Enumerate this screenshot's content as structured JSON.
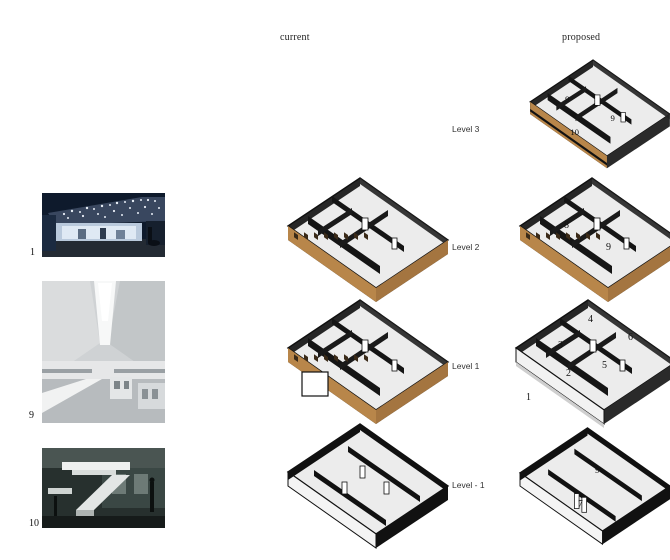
{
  "headers": {
    "current": "current",
    "proposed": "proposed"
  },
  "levels": [
    "Level 3",
    "Level 2",
    "Level 1",
    "Level - 1"
  ],
  "photos": [
    {
      "number": "1",
      "subject": "lobby-night"
    },
    {
      "number": "9",
      "subject": "skylit-atrium"
    },
    {
      "number": "10",
      "subject": "staircase"
    }
  ],
  "proposed_tags": {
    "level3": [
      "9",
      "9",
      "10"
    ],
    "level2": [
      "8",
      "9"
    ],
    "level1": [
      "4",
      "6",
      "3",
      "2",
      "5",
      "1"
    ],
    "level_minus1": [
      "9",
      "7"
    ]
  },
  "colors": {
    "wall": "#111111",
    "floor": "#ececec",
    "facade": "#b8864a"
  }
}
